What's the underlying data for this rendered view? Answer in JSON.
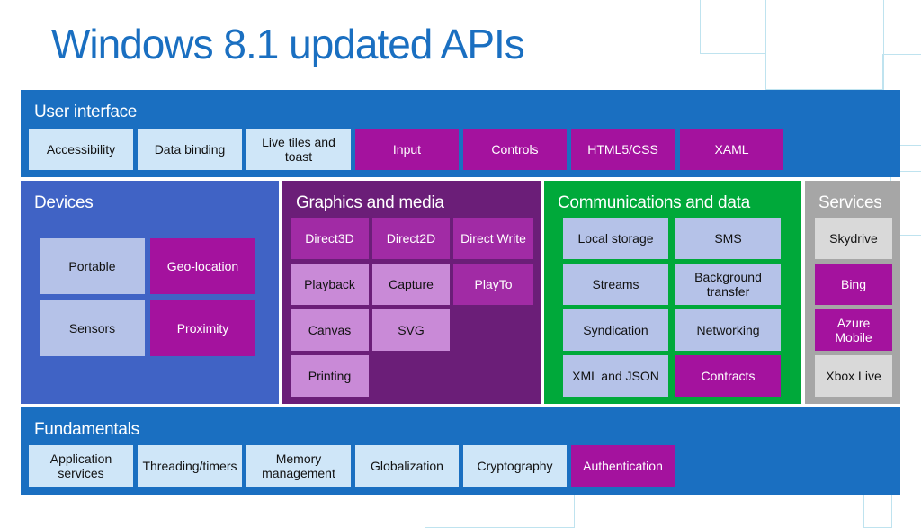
{
  "title": "Windows 8.1 updated APIs",
  "panels": {
    "ui": {
      "title": "User interface",
      "tiles": [
        "Accessibility",
        "Data binding",
        "Live tiles and toast",
        "Input",
        "Controls",
        "HTML5/CSS",
        "XAML"
      ]
    },
    "devices": {
      "title": "Devices",
      "tiles": [
        "Portable",
        "Geo-location",
        "Sensors",
        "Proximity"
      ]
    },
    "graphics": {
      "title": "Graphics and media",
      "tiles": [
        "Direct3D",
        "Direct2D",
        "Direct Write",
        "Playback",
        "Capture",
        "PlayTo",
        "Canvas",
        "SVG",
        "Printing"
      ]
    },
    "comms": {
      "title": "Communications and data",
      "tiles": [
        "Local storage",
        "SMS",
        "Streams",
        "Background transfer",
        "Syndication",
        "Networking",
        "XML and JSON",
        "Contracts"
      ]
    },
    "services": {
      "title": "Services",
      "tiles": [
        "Skydrive",
        "Bing",
        "Azure Mobile",
        "Xbox Live"
      ]
    },
    "fundamentals": {
      "title": "Fundamentals",
      "tiles": [
        "Application services",
        "Threading/timers",
        "Memory management",
        "Globalization",
        "Cryptography",
        "Authentication"
      ]
    }
  },
  "colors": {
    "ui_panel": "#1a6fc1",
    "devices_panel": "#4063c5",
    "graphics_panel": "#6b1e78",
    "comms_panel": "#00a93a",
    "services_panel": "#a6a6a6",
    "fundamentals_panel": "#1a6fc1"
  }
}
